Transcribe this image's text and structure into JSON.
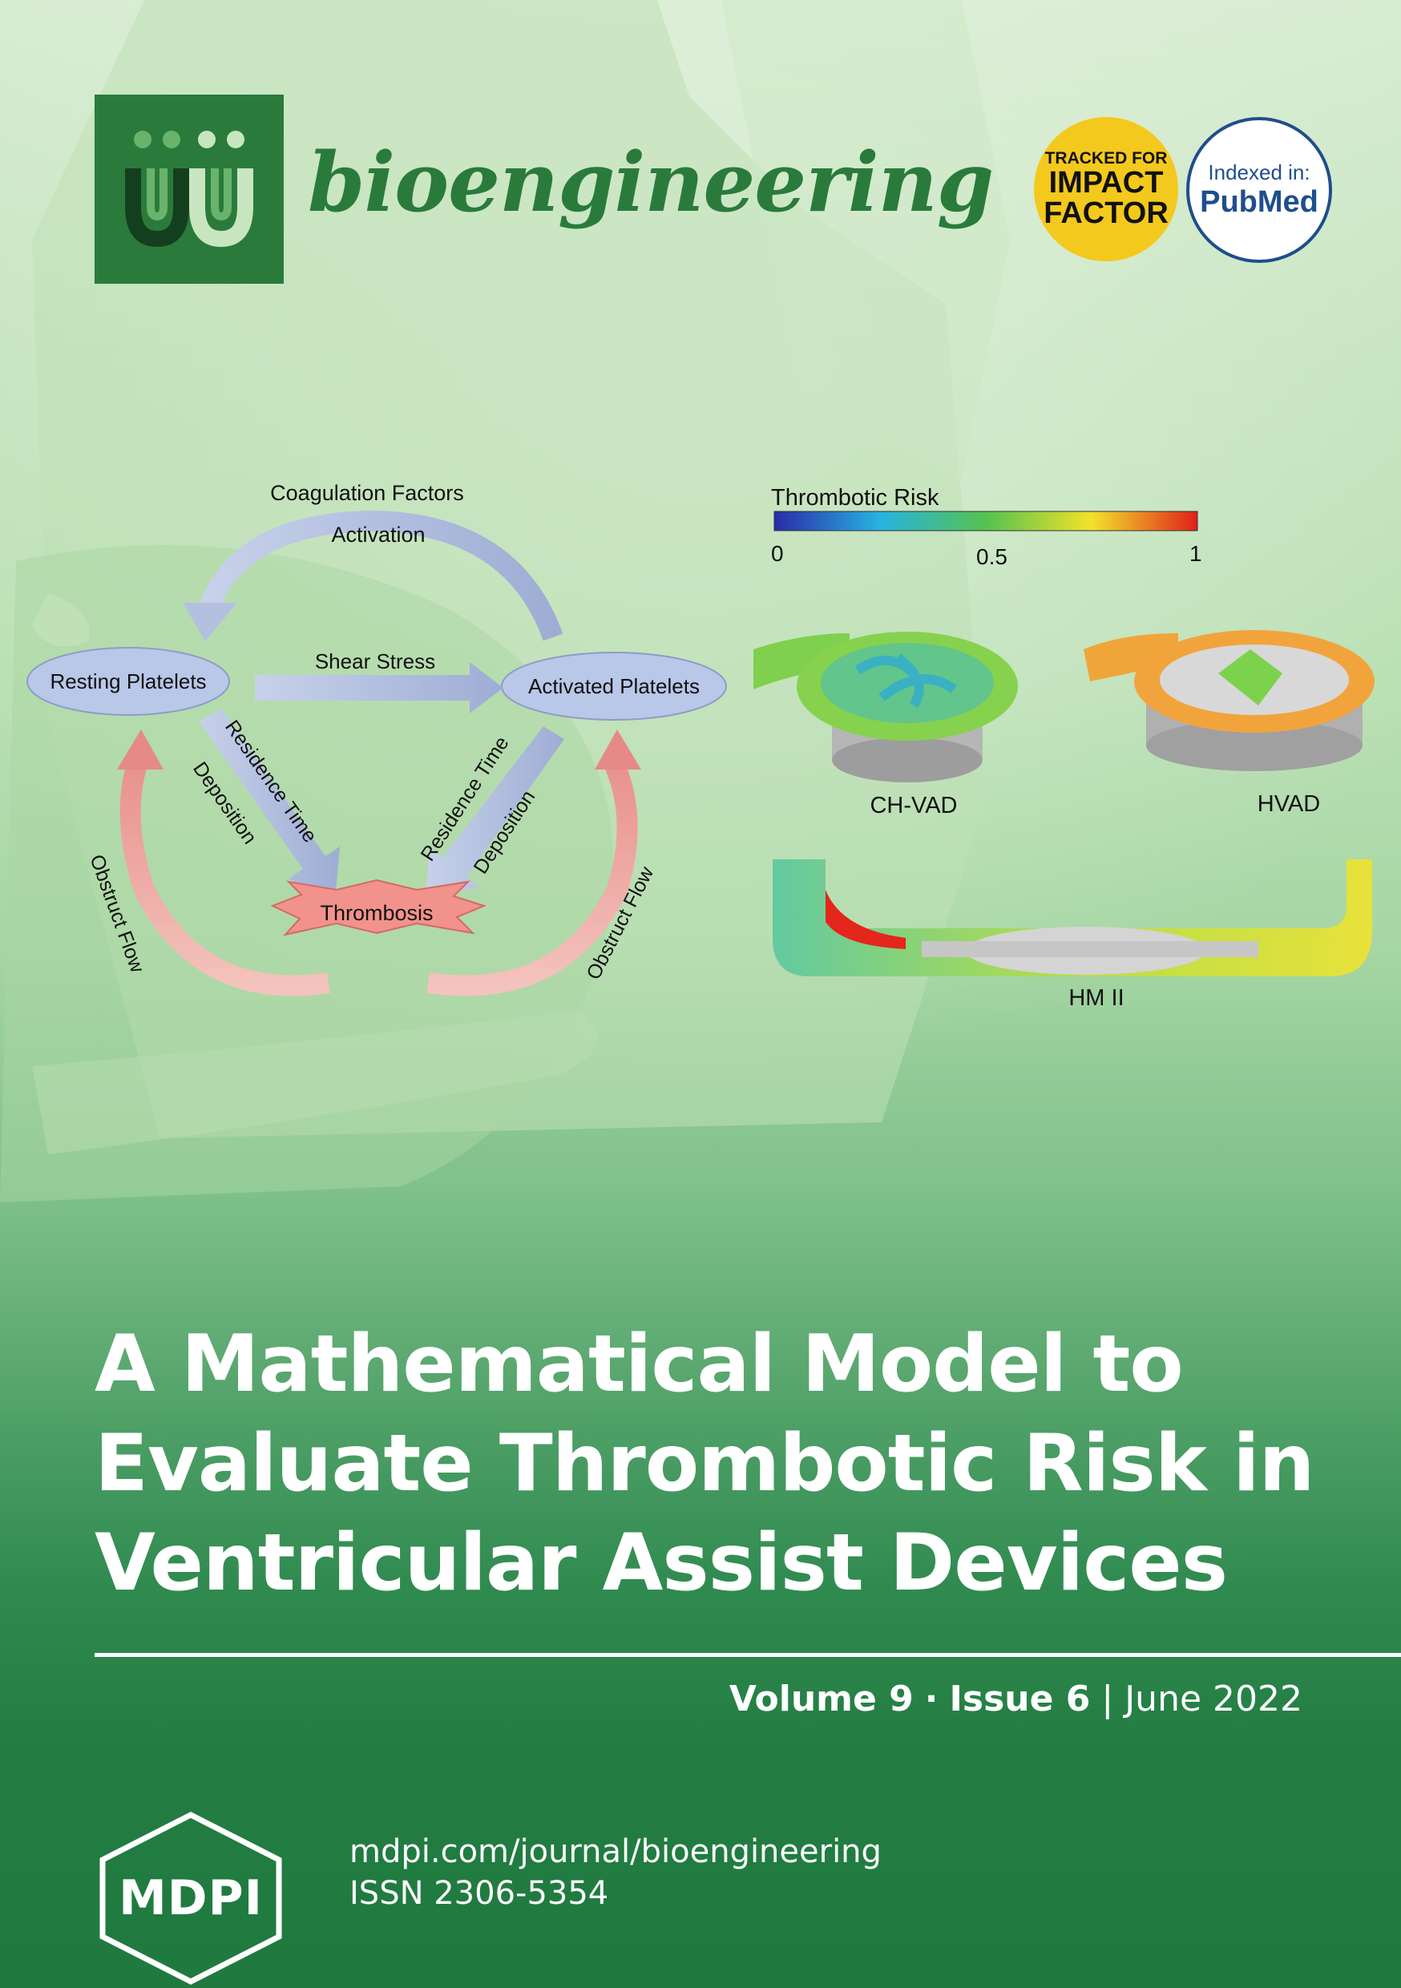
{
  "journal": {
    "name": "bioengineering"
  },
  "badges": {
    "impact": {
      "line1": "TRACKED FOR",
      "line2": "IMPACT",
      "line3": "FACTOR"
    },
    "pubmed": {
      "line1": "Indexed in:",
      "line2": "PubMed"
    }
  },
  "figure": {
    "cycle": {
      "top_label_1": "Coagulation Factors",
      "top_label_2": "Activation",
      "resting": "Resting Platelets",
      "activated": "Activated Platelets",
      "shear": "Shear Stress",
      "left_arrow_1": "Residence Time",
      "left_arrow_2": "Deposition",
      "right_arrow_1": "Residence Time",
      "right_arrow_2": "Deposition",
      "thrombosis": "Thrombosis",
      "obstruct_left": "Obstruct Flow",
      "obstruct_right": "Obstruct Flow"
    },
    "colorbar": {
      "title": "Thrombotic Risk",
      "tick_0": "0",
      "tick_mid": "0.5",
      "tick_1": "1"
    },
    "devices": {
      "left": "CH-VAD",
      "right": "HVAD",
      "bottom": "HM II"
    }
  },
  "article": {
    "title_line1": "A Mathematical Model to",
    "title_line2": "Evaluate Thrombotic Risk in",
    "title_line3": "Ventricular Assist Devices"
  },
  "issue": {
    "volume": "Volume 9",
    "sep": "·",
    "number": "Issue 6",
    "bar": "|",
    "date": "June 2022"
  },
  "publisher": {
    "logo_text": "MDPI",
    "url": "mdpi.com/journal/bioengineering",
    "issn": "ISSN 2306-5354"
  },
  "colors": {
    "journal_green": "#2a7b3b",
    "impact_yellow": "#f4c91d",
    "pubmed_blue": "#1f4e8c"
  }
}
